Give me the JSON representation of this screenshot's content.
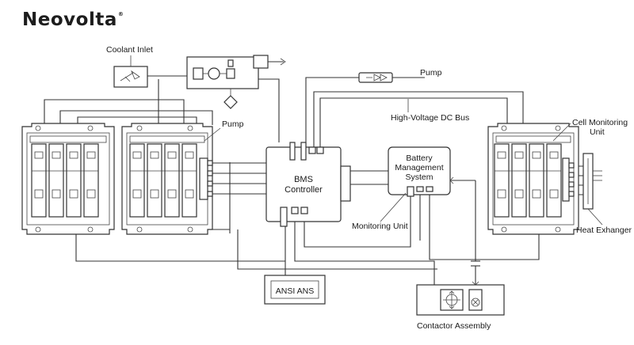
{
  "brand": {
    "name": "Neovolta",
    "mark": "®"
  },
  "labels": {
    "coolant_inlet": "Coolant Inlet",
    "pump_left": "Pump",
    "pump_top": "Pump",
    "hv_bus": "High-Voltage DC Bus",
    "cell_monitoring_line1": "Cell Monitoring",
    "cell_monitoring_line2": "Unit",
    "bms_line1": "BMS",
    "bms_line2": "Controller",
    "battery_mgmt_line1": "Battery",
    "battery_mgmt_line2": "Management",
    "battery_mgmt_line3": "System",
    "monitoring_unit": "Monitoring Unit",
    "heat_exchanger": "Heat Exhanger",
    "ansi": "ANSI  ANS",
    "contactor": "Contactor Assembly"
  },
  "colors": {
    "stroke": "#333333",
    "text": "#1a1a1a",
    "background": "#ffffff"
  }
}
